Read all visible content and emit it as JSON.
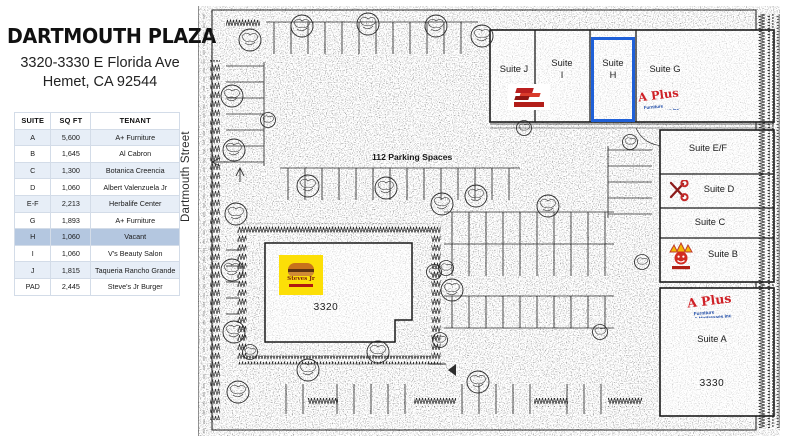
{
  "header": {
    "title": "DARTMOUTH PLAZA",
    "address_line1": "3320-3330 E Florida Ave",
    "address_line2": "Hemet, CA 92544"
  },
  "tenant_table": {
    "columns": [
      "SUITE",
      "SQ FT",
      "TENANT"
    ],
    "rows": [
      {
        "suite": "A",
        "sqft": "5,600",
        "tenant": "A+ Furniture",
        "highlight": false
      },
      {
        "suite": "B",
        "sqft": "1,645",
        "tenant": "Al Cabron",
        "highlight": false
      },
      {
        "suite": "C",
        "sqft": "1,300",
        "tenant": "Botanica Creencia",
        "highlight": false
      },
      {
        "suite": "D",
        "sqft": "1,060",
        "tenant": "Albert Valenzuela Jr",
        "highlight": false
      },
      {
        "suite": "E-F",
        "sqft": "2,213",
        "tenant": "Herbalife Center",
        "highlight": false
      },
      {
        "suite": "G",
        "sqft": "1,893",
        "tenant": "A+ Furniture",
        "highlight": false
      },
      {
        "suite": "H",
        "sqft": "1,060",
        "tenant": "Vacant",
        "highlight": true
      },
      {
        "suite": "I",
        "sqft": "1,060",
        "tenant": "V's Beauty Salon",
        "highlight": false
      },
      {
        "suite": "J",
        "sqft": "1,815",
        "tenant": "Taqueria Rancho Grande",
        "highlight": false
      },
      {
        "suite": "PAD",
        "sqft": "2,445",
        "tenant": "Steve's Jr Burger",
        "highlight": false
      }
    ],
    "highlight_color": "#b4c7e0",
    "stripe_color": "#e7eef7"
  },
  "map": {
    "street_label": "Dartmouth Street",
    "parking_label": "112 Parking Spaces",
    "building_numbers": {
      "pad": "3320",
      "main": "3330"
    },
    "suites": {
      "j": "Suite J",
      "i": "Suite\nI",
      "h": "Suite\nH",
      "g": "Suite G",
      "ef": "Suite E/F",
      "d": "Suite D",
      "c": "Suite C",
      "b": "Suite B",
      "a": "Suite A"
    },
    "highlight_suite": "H",
    "highlight_color": "#1f60d8",
    "logos": {
      "steves": "Steves Jr",
      "taqueria": "taqueria-rancho-grande-logo",
      "aplus": "a-plus-furniture-logo",
      "scissors": "scissors-icon",
      "crown": "crown-logo"
    }
  }
}
